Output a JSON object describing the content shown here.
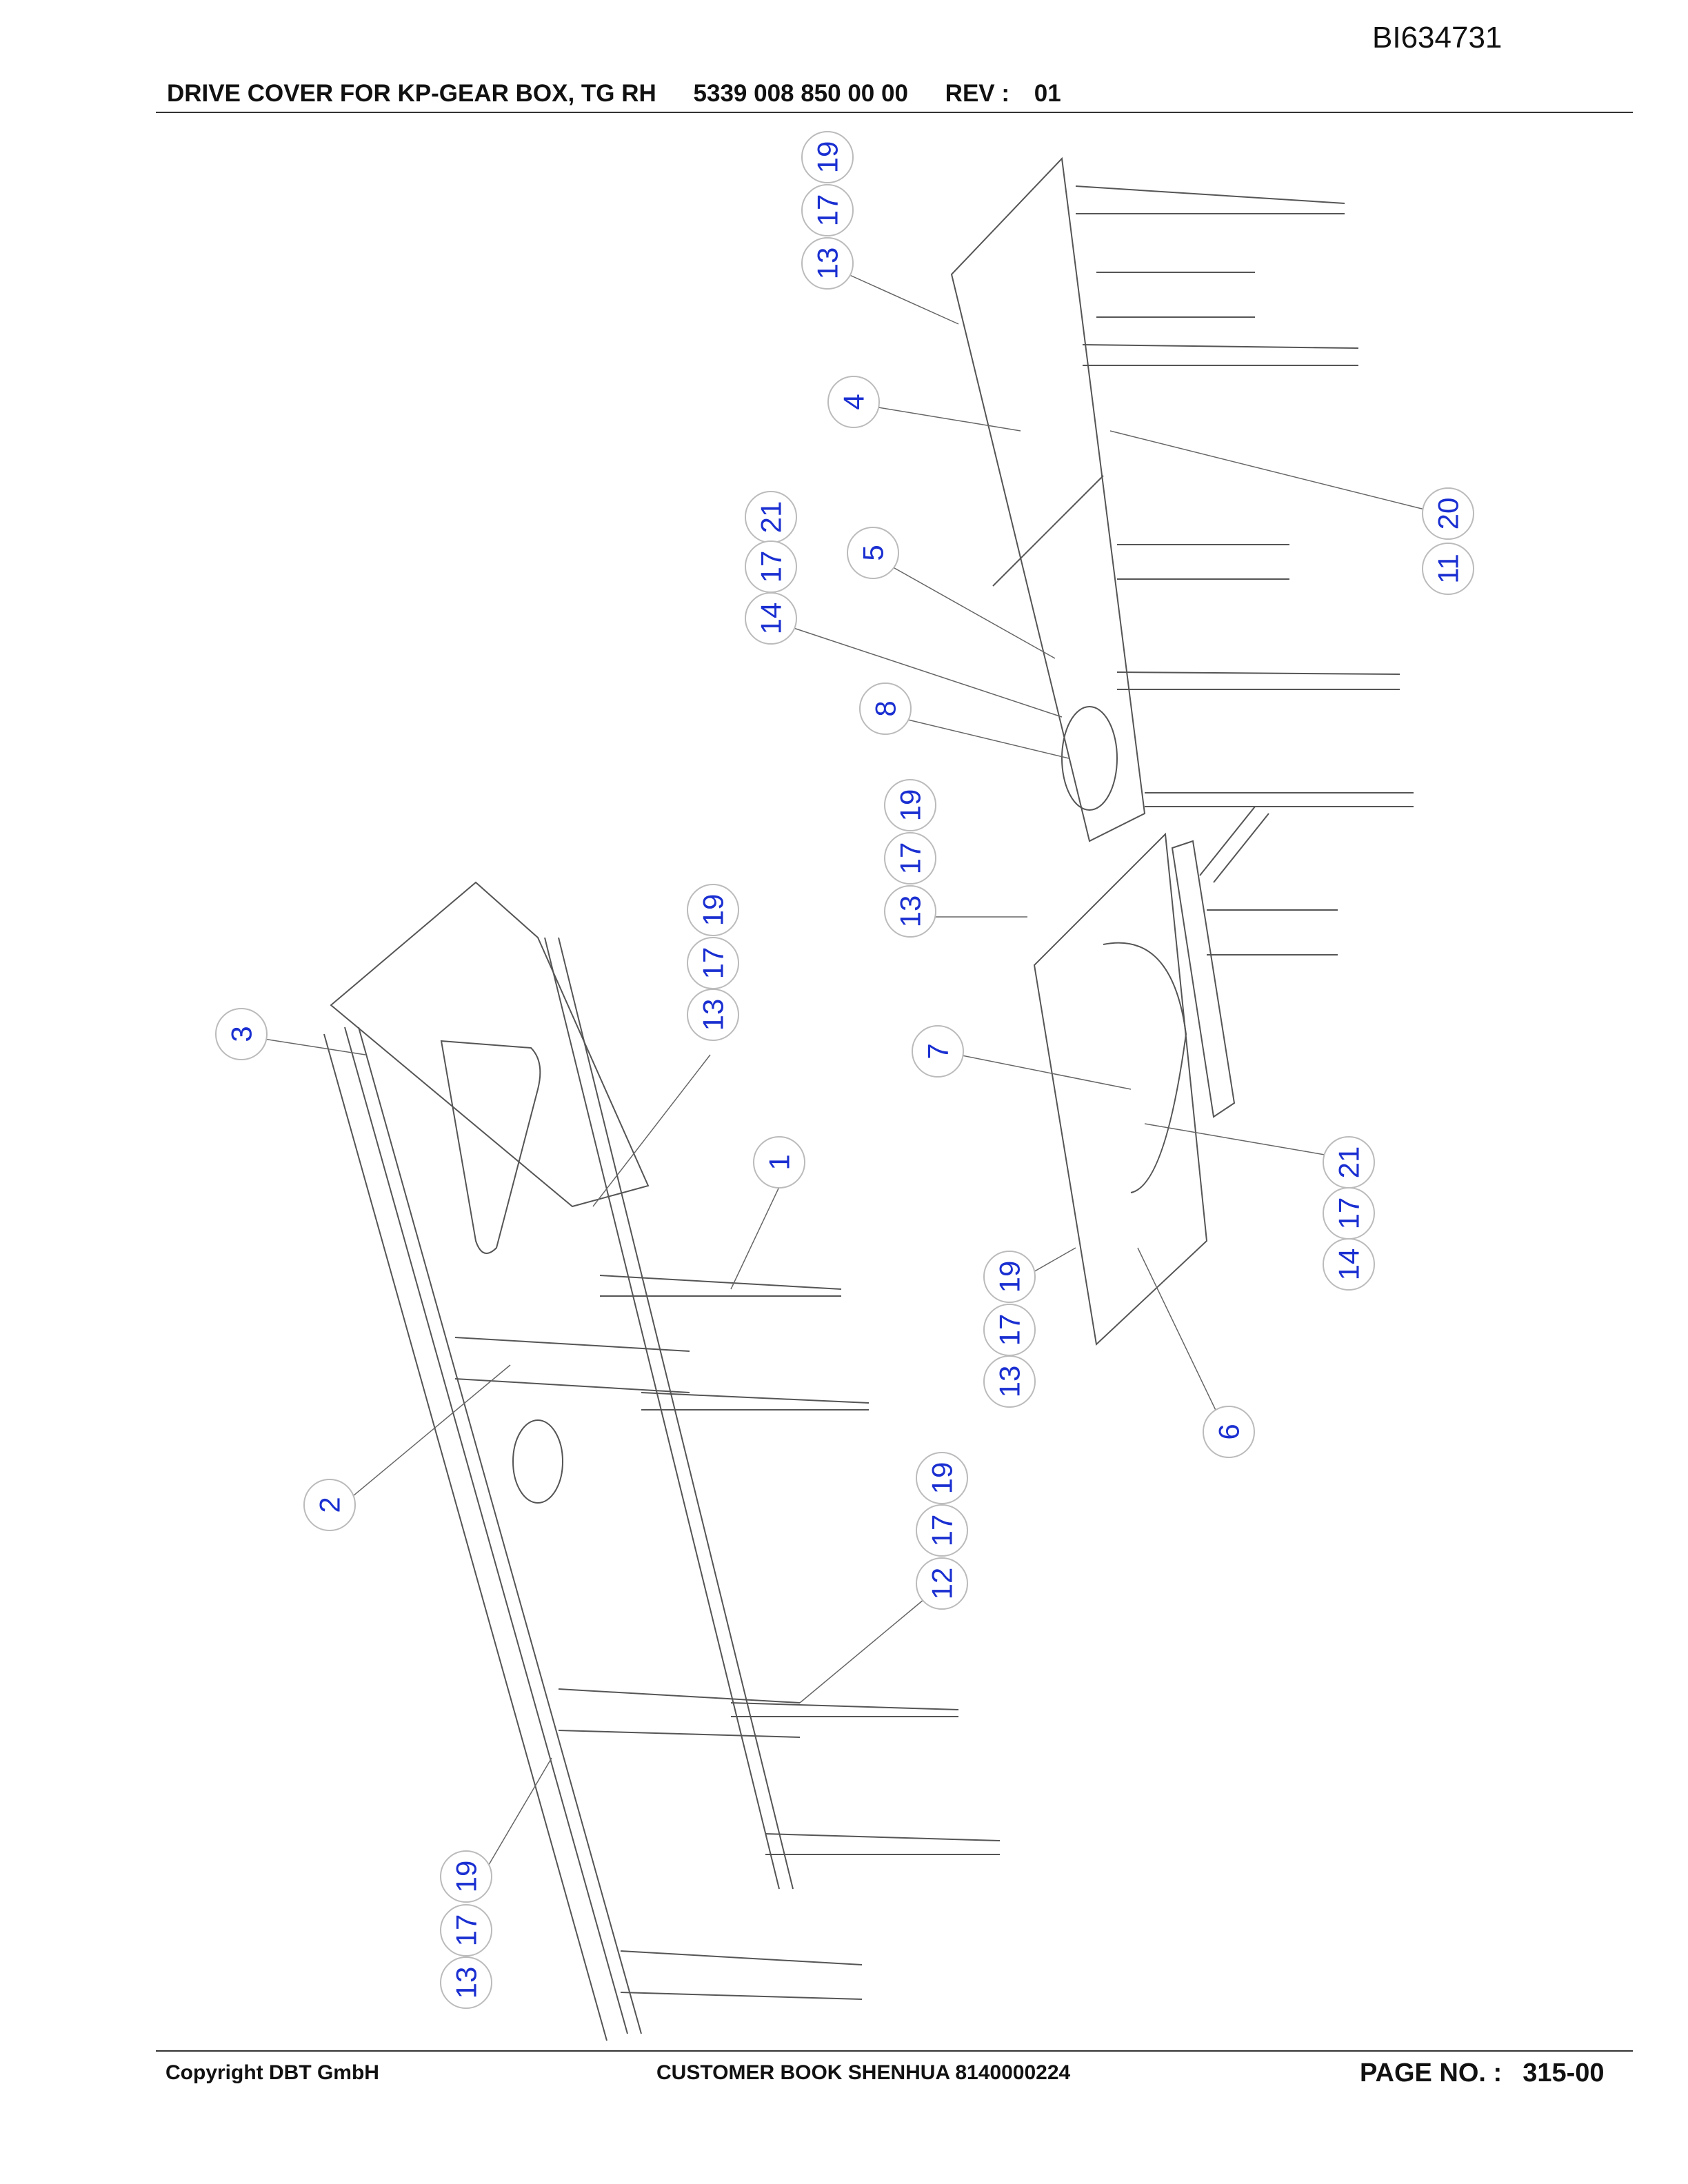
{
  "document_id": "BI634731",
  "header": {
    "title": "DRIVE COVER FOR KP-GEAR BOX, TG RH",
    "part_number": "5339 008 850 00 00",
    "rev_label": "REV :",
    "rev_value": "01"
  },
  "footer": {
    "copyright": "Copyright DBT GmbH",
    "book": "CUSTOMER BOOK SHENHUA 8140000224",
    "page_label": "PAGE NO. :",
    "page_value": "315-00"
  },
  "balloons": {
    "b19a": "19",
    "b17a": "17",
    "b13a": "13",
    "b4": "4",
    "b20": "20",
    "b11": "11",
    "b21a": "21",
    "b17b": "17",
    "b14a": "14",
    "b5": "5",
    "b8": "8",
    "b19b": "19",
    "b17c": "17",
    "b13b": "13",
    "b19c": "19",
    "b17d": "17",
    "b13c": "13",
    "b3": "3",
    "b7": "7",
    "b1": "1",
    "b21b": "21",
    "b17e": "17",
    "b14b": "14",
    "b19d": "19",
    "b17f": "17",
    "b13d": "13",
    "b6": "6",
    "b2": "2",
    "b19e": "19",
    "b17g": "17",
    "b12": "12",
    "b19f": "19",
    "b17h": "17",
    "b13e": "13"
  },
  "colors": {
    "balloon_text": "#1a2fd1",
    "line": "#555555"
  }
}
